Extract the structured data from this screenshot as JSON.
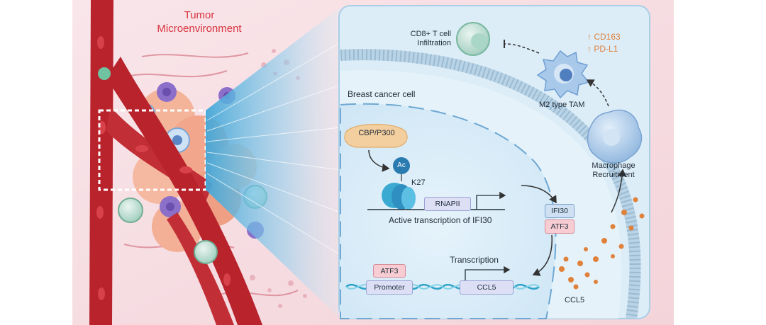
{
  "colors": {
    "background_pink": "#f6dfe3",
    "vessel_red": "#b8232c",
    "panel_blue": "#dcedf8",
    "accent_orange": "#e0813b",
    "promoter_pink": "#f7cdd3",
    "gene_lavender": "#dde0f5"
  },
  "tme": {
    "title_line1": "Tumor",
    "title_line2": "Microenvironment"
  },
  "panel": {
    "cell_label": "Breast cancer cell",
    "cd8_line1": "CD8+ T cell",
    "cd8_line2": "Infiltration",
    "markers": [
      "CD163",
      "PD-L1"
    ],
    "m2_label": "M2 type TAM",
    "macrophage_line1": "Macrophage",
    "macrophage_line2": "Recruitment",
    "ccl5_secreted": "CCL5"
  },
  "nucleus": {
    "cbp": "CBP/P300",
    "ac": "Ac",
    "k27": "K27",
    "rnapii": "RNAPII",
    "active_transcription": "Active transcription of IFI30",
    "ifi30": "IFI30",
    "atf3_complex": "ATF3",
    "atf3_promoter": "ATF3",
    "promoter": "Promoter",
    "transcription": "Transcription",
    "ccl5_gene": "CCL5"
  },
  "icons": [
    "blood-vessel-icon",
    "t-cell-icon",
    "macrophage-icon",
    "m2-tam-icon",
    "nucleosome-icon",
    "dna-helix-icon",
    "zoom-box-icon"
  ]
}
